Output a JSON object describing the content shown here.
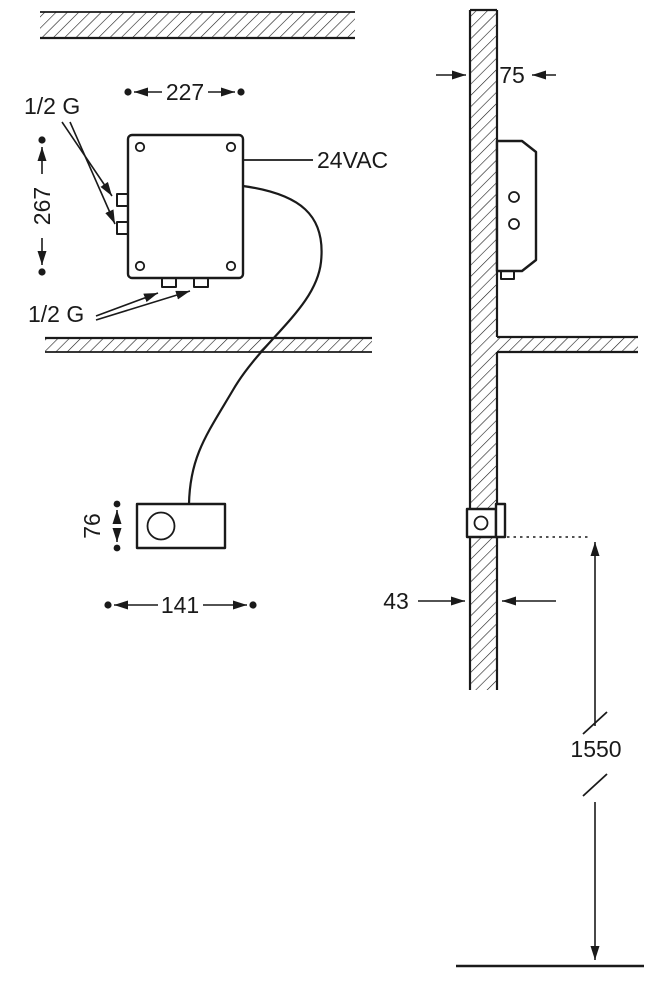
{
  "front_view": {
    "box_width_dim": "227",
    "box_height_dim": "267",
    "top_fitting_label": "1/2 G",
    "bottom_fitting_label": "1/2 G",
    "power_label": "24VAC",
    "panel_height_dim": "76",
    "panel_width_dim": "141"
  },
  "side_view": {
    "wall_offset_dim": "75",
    "recess_depth_dim": "43",
    "mounting_height_dim": "1550"
  },
  "colors": {
    "line": "#1a1a1a",
    "background": "#ffffff"
  }
}
